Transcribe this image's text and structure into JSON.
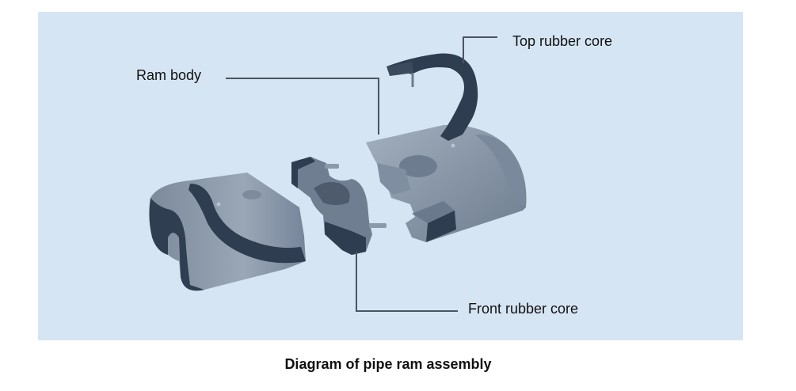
{
  "diagram": {
    "caption": "Diagram of pipe ram assembly",
    "labels": {
      "ram_body": "Ram body",
      "top_rubber_core": "Top rubber core",
      "front_rubber_core": "Front rubber core"
    },
    "colors": {
      "background_panel": "#d6e5f3",
      "steel": "#8b9aab",
      "steel_dark": "#6d7d8f",
      "rubber": "#2e3d4f",
      "leader_line": "#4a5560"
    }
  }
}
